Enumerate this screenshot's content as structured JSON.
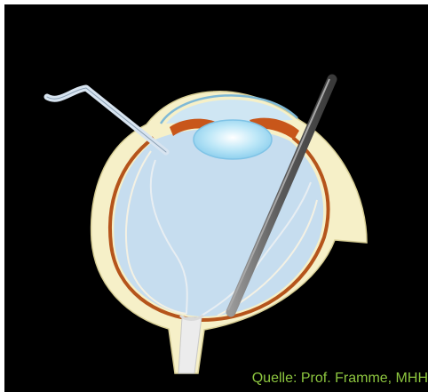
{
  "slide": {
    "background": "#000000",
    "caption": "Quelle: Prof. Framme, MHH",
    "caption_color": "#8dc63f"
  },
  "diagram": {
    "parts": [
      "sclera",
      "choroid",
      "retina",
      "vitreous-body",
      "lens",
      "iris",
      "cornea",
      "anterior-chamber",
      "optic-nerve",
      "infusion-cannula",
      "vitrectomy-instrument"
    ],
    "colors": {
      "sclera": "#f6f0c8",
      "choroid": "#b5541b",
      "vitreous": "#c6ddef",
      "lens": "#aee0f5",
      "iris": "#c8561a",
      "instrument": "#6e6e6e",
      "cannula": "#d8e4f0"
    }
  }
}
